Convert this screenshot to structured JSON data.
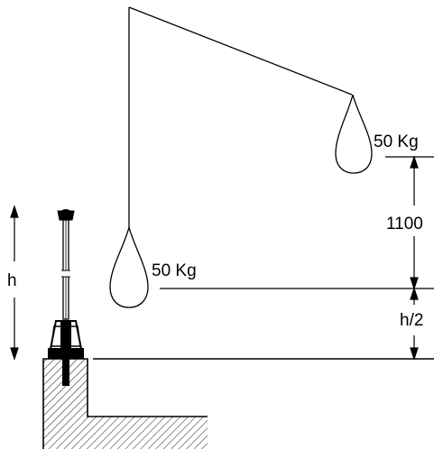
{
  "labels": {
    "weight_upper": "50 Kg",
    "weight_lower": "50 Kg",
    "drop_height": "1100",
    "half_height": "h/2",
    "post_height": "h"
  },
  "colors": {
    "line": "#000000",
    "background": "#ffffff"
  }
}
